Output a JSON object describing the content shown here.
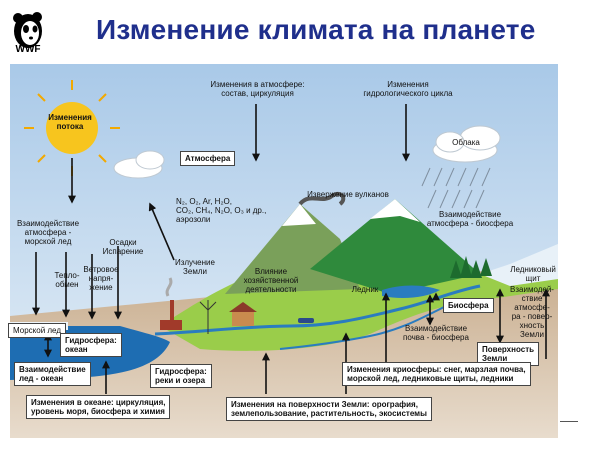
{
  "header": {
    "title": "Изменение климата на планете",
    "logo_text": "WWF"
  },
  "labels": {
    "sun": "Изменения\nпотока",
    "atmos_change": "Изменения в атмосфере:\nсостав, циркуляция",
    "hydro_change": "Изменения\nгидрологического цикла",
    "clouds": "Облака",
    "atmosphere": "Атмосфера",
    "gases": "N₂, O₂, Ar, H₂O,\nCO₂, CH₄, N₂O, O₃ и др.,\nаэрозоли",
    "volcano": "Извержение вулканов",
    "atmos_bio": "Взаимодействие\nатмосфера - биосфера",
    "atmos_ice": "Взаимодействие\nатмосфера -\nморской лед",
    "heat": "Тепло-\nобмен",
    "wind": "Ветровое\nнапря-\nжение",
    "precip": "Осадки\nИспарение",
    "earth_rad": "Излучение\nЗемли",
    "human": "Влияние\nхозяйственной\nдеятельности",
    "glacier": "Ледник",
    "ice_sheet": "Ледниковый\nщит",
    "atmos_surface": "Взаимодей-\nствие\nатмосфе-\nра - повер-\nхность\nЗемли",
    "sea_ice": "Морской лед",
    "hydro_ocean": "Гидросфера:\nокеан",
    "ice_ocean": "Взаимодействие\nлед - океан",
    "hydro_rivers": "Гидросфера:\nреки и озера",
    "soil_bio": "Взаимодействие\nпочва - биосфера",
    "biosphere": "Биосфера",
    "land_surface": "Поверхность\nЗемли",
    "cryo_change": "Изменения криосферы: снег, марзлая почва,\nморской лед, ледниковые щиты, ледники",
    "ocean_change": "Изменения в океане: циркуляция,\nуровень моря, биосфера и химия",
    "surface_change": "Изменения на поверхности Земли: орография,\nземлепользование, растительность, экосистемы"
  },
  "colors": {
    "title": "#1f2f8c",
    "sky_top": "#b9d4ec",
    "sky_bottom": "#e6f0f8",
    "ocean": "#1f6fb5",
    "land_green": "#8cc63f",
    "mountain_green": "#2e8b3e",
    "ground_brown": "#b79a7a",
    "sun": "#f7c51e"
  },
  "icons": [
    "wwf-panda-logo",
    "sun-icon",
    "cloud-icon",
    "rain-icon",
    "volcano-icon",
    "factory-icon",
    "windmill-icon",
    "house-icon",
    "car-icon",
    "tree-icon"
  ]
}
